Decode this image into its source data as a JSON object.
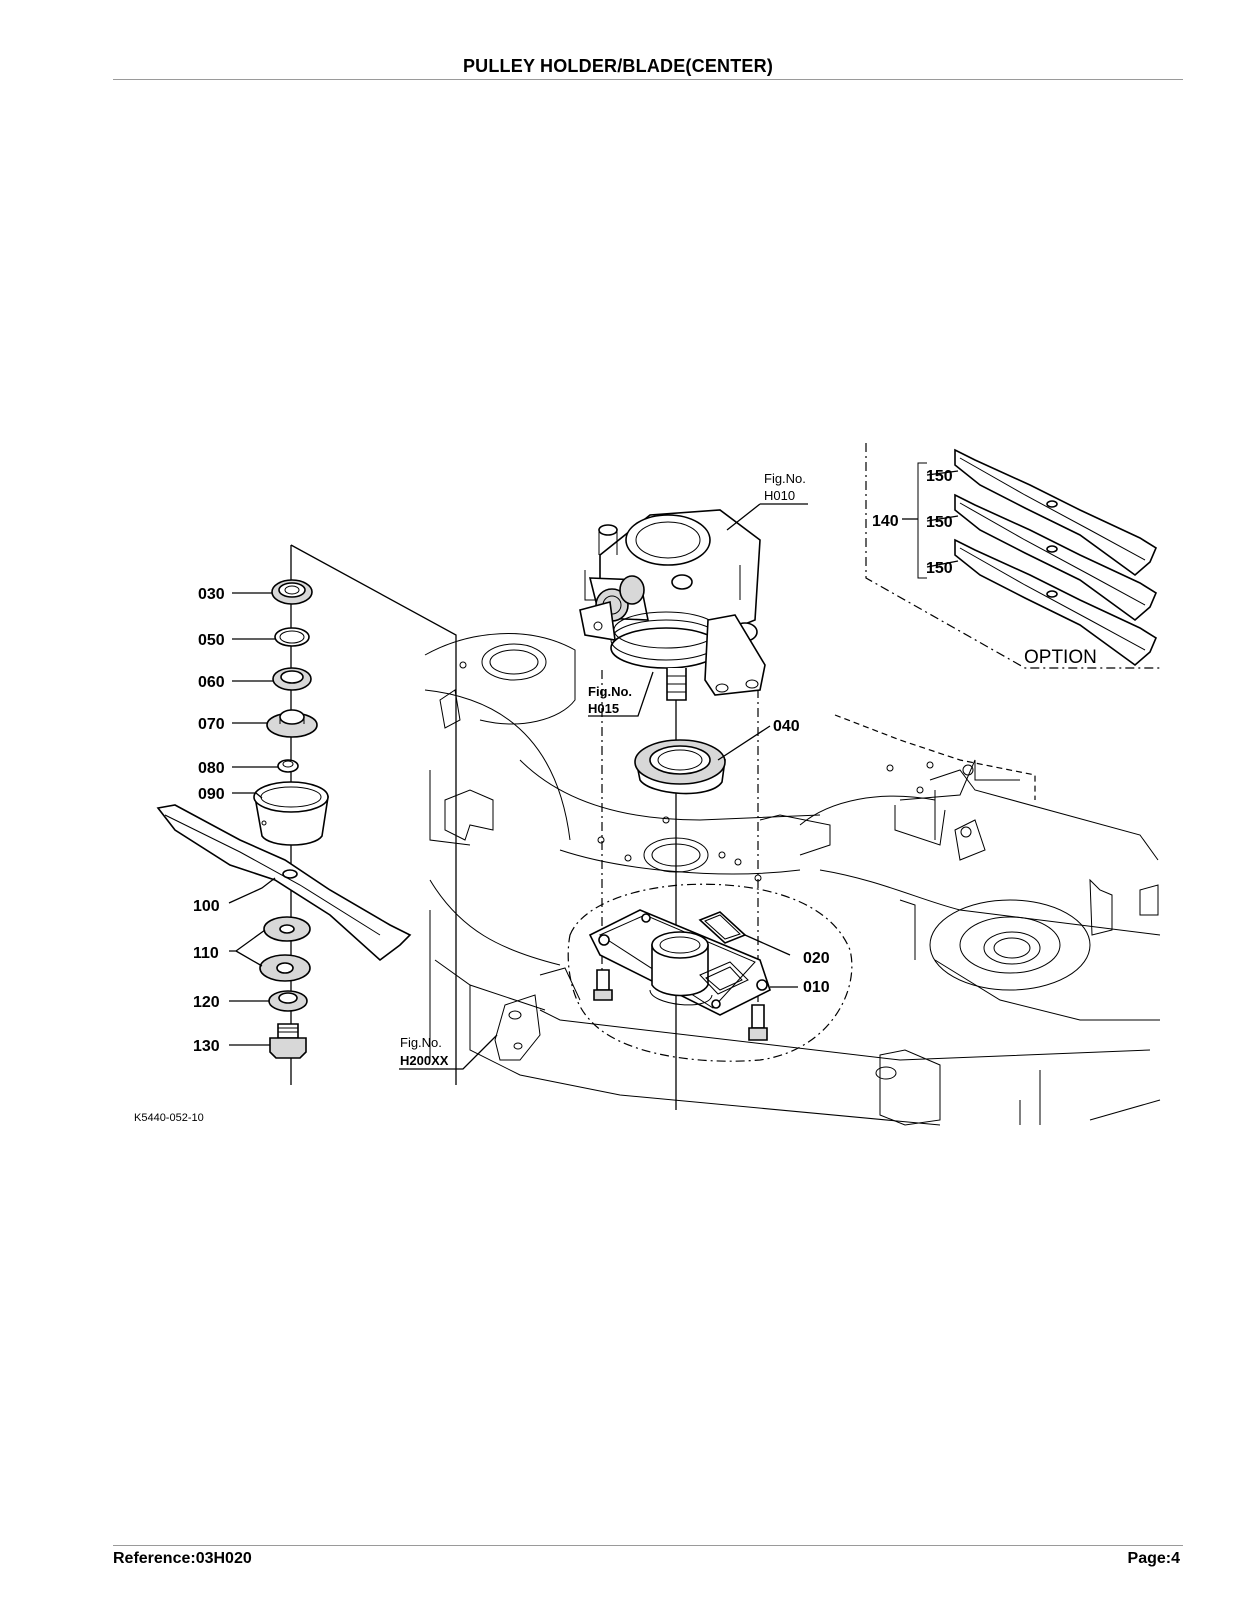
{
  "header": {
    "title": "PULLEY HOLDER/BLADE(CENTER)"
  },
  "footer": {
    "reference": "Reference:03H020",
    "page": "Page:4"
  },
  "diagram": {
    "drawing_code": "K5440-052-10",
    "option_label": "OPTION",
    "callouts": {
      "c010": "010",
      "c020": "020",
      "c030": "030",
      "c040": "040",
      "c050": "050",
      "c060": "060",
      "c070": "070",
      "c080": "080",
      "c090": "090",
      "c100": "100",
      "c110": "110",
      "c120": "120",
      "c130": "130",
      "c140": "140",
      "c150a": "150",
      "c150b": "150",
      "c150c": "150"
    },
    "figure_refs": {
      "h010": {
        "label": "Fig.No.",
        "number": "H010"
      },
      "h015": {
        "label": "Fig.No.",
        "number": "H015"
      },
      "h200": {
        "label": "Fig.No.",
        "number": "H200XX"
      }
    }
  }
}
